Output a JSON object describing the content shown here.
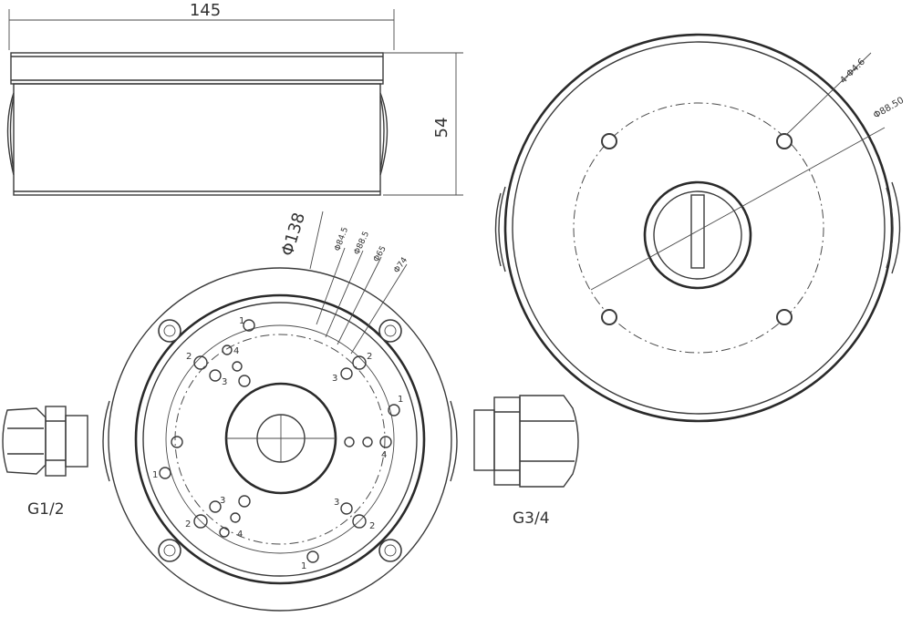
{
  "dimensions": {
    "width_label": "145",
    "height_label": "54",
    "outer_diameter": "Φ138",
    "d1": "Φ84.5",
    "d2": "Φ88.5",
    "d3": "Φ65",
    "d4": "Φ74",
    "hole_spec": "4-Φ4.6",
    "pcd": "Φ88.50"
  },
  "labels": {
    "left_gland": "G1/2",
    "right_gland": "G3/4",
    "n1": "1",
    "n2": "2",
    "n3": "3",
    "n4": "4"
  },
  "colors": {
    "line": "#3a3a3a",
    "background": "#ffffff"
  }
}
